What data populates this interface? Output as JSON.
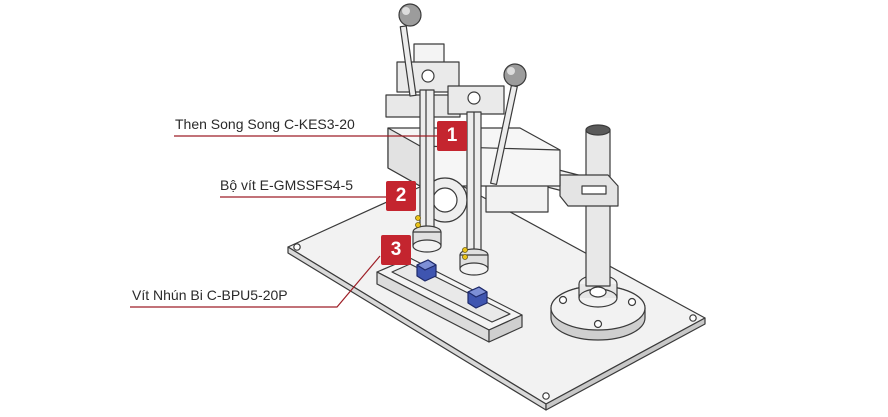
{
  "callouts": [
    {
      "number": "1",
      "label": "Then Song Song C-KES3-20"
    },
    {
      "number": "2",
      "label": "Bộ vít E-GMSSFS4-5"
    },
    {
      "number": "3",
      "label": "Vít Nhún Bi C-BPU5-20P"
    }
  ],
  "colors": {
    "accent": "#c4252f",
    "leader_line": "#9e1f27",
    "line_art": "#3a3a3a",
    "part_fill": "#f2f2f2",
    "workpiece": "#3f55b0"
  }
}
